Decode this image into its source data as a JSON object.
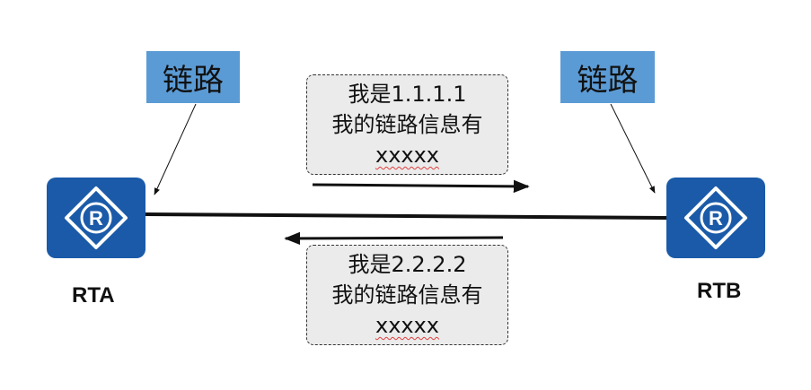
{
  "routers": {
    "a": {
      "name": "RTA",
      "icon": "router-icon",
      "color": "#1a5aa8"
    },
    "b": {
      "name": "RTB",
      "icon": "router-icon",
      "color": "#1a5aa8"
    }
  },
  "link_tags": {
    "left": "链路",
    "right": "链路",
    "color": "#5b9bd5"
  },
  "messages": {
    "top": {
      "line1": "我是1.1.1.1",
      "line2": "我的链路信息有",
      "line3": "xxxxx",
      "direction": "RTA to RTB"
    },
    "bottom": {
      "line1": "我是2.2.2.2",
      "line2": "我的链路信息有",
      "line3": "xxxxx",
      "direction": "RTB to RTA"
    }
  }
}
